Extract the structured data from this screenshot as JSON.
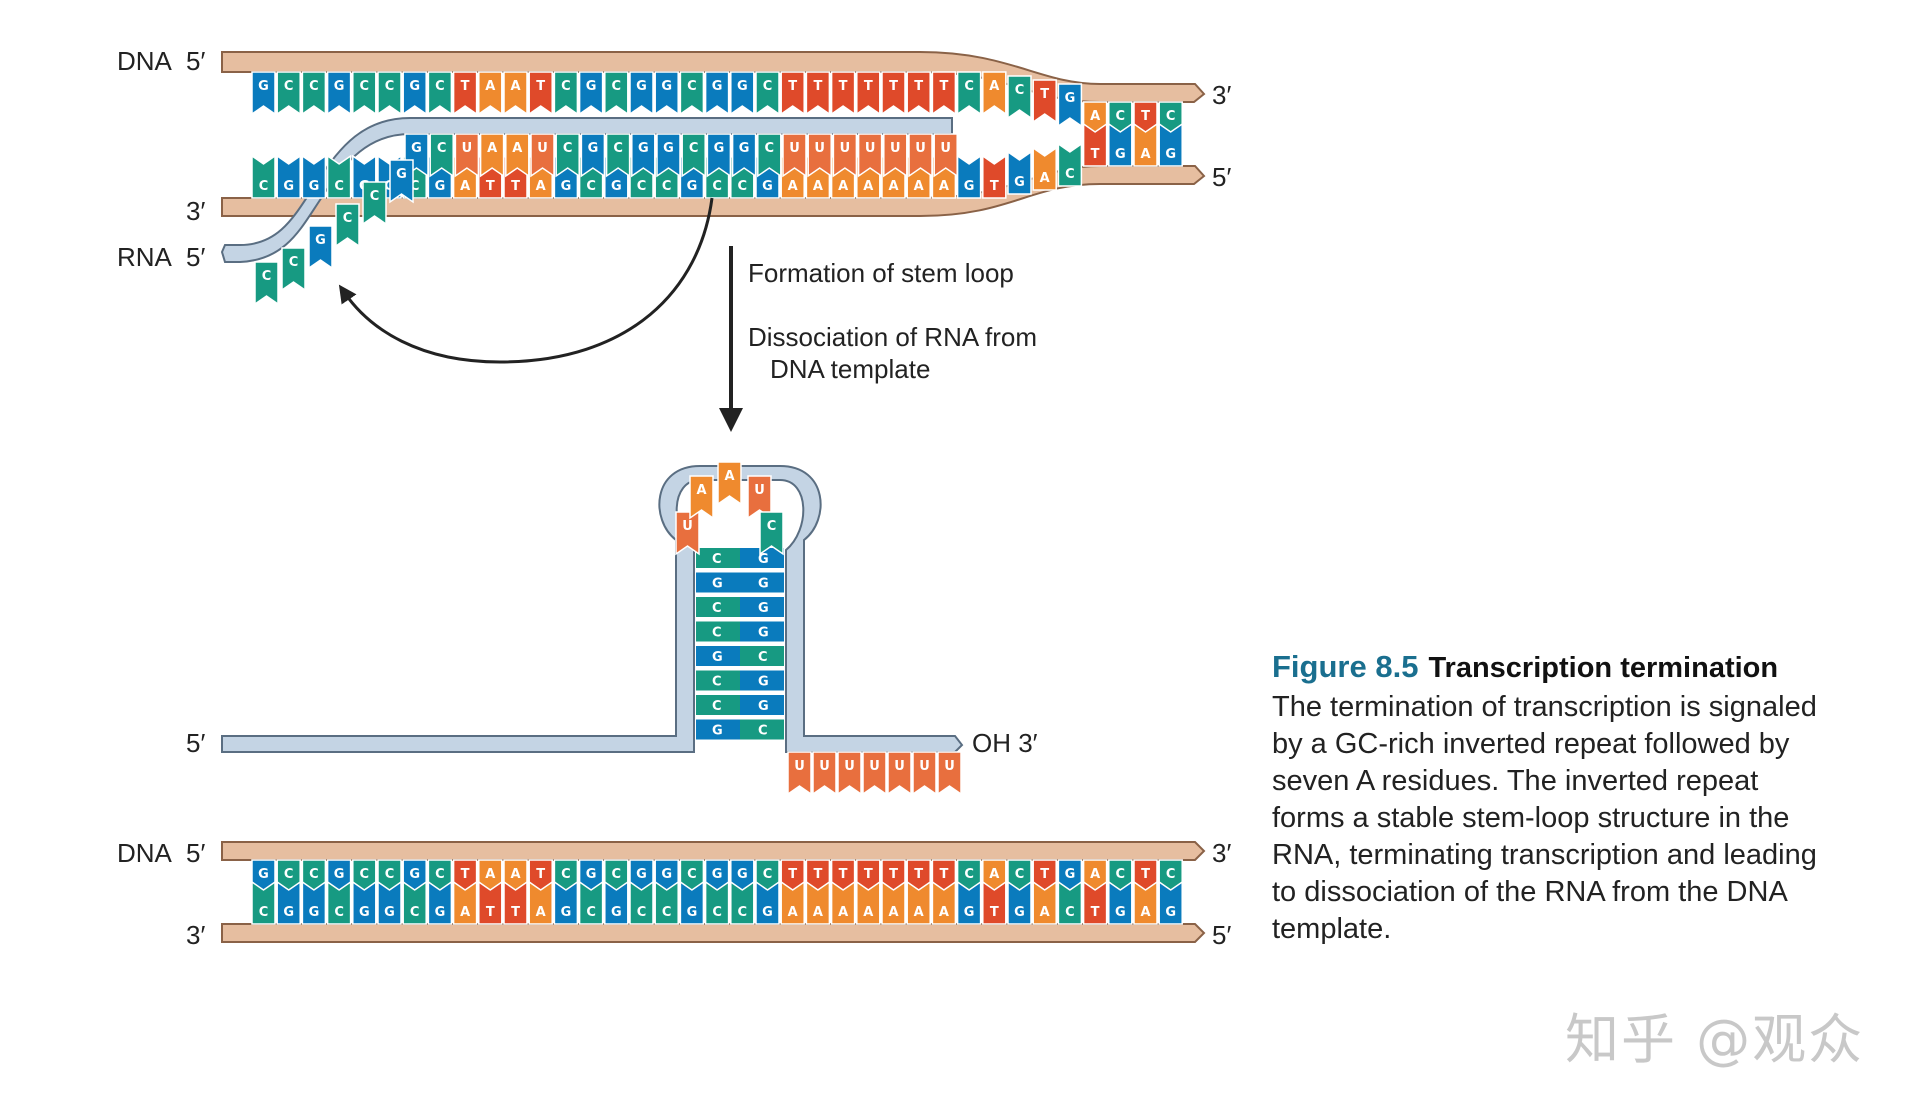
{
  "labels": {
    "dna": "DNA",
    "rna": "RNA",
    "five_prime": "5′",
    "three_prime": "3′",
    "oh_three": "OH  3′"
  },
  "arrow_text": {
    "line1": "Formation of stem loop",
    "line2": "Dissociation of RNA from",
    "line3": "DNA template"
  },
  "caption": {
    "figure_number": "Figure 8.5",
    "title": "Transcription termination",
    "body": "The termination of transcription is signaled by a GC-rich inverted repeat followed by seven A residues. The inverted repeat forms a stable stem-loop structure in the RNA, terminating transcription and leading to dissociation of the RNA from the DNA template."
  },
  "watermark": "知乎 @观众",
  "sequences": {
    "top_strand": "GCCGCCGCTAATCGCGGCGGCTTTTTTTCACTGACTC",
    "bottom_strand": "CGGCGGCGATTAGCGCCGCCGAAAAAAAGTGACTGAG",
    "rna_hybrid": "GCUAAUCGCGGCGGCUUUUUUU",
    "rna_exit": "GCCGCC",
    "stem_left": "CGCCGCCG",
    "stem_right": "GGGGCGGC",
    "loop": "UAAUC",
    "poly_u": "UUUUUUU"
  },
  "colors": {
    "G": "#0a7bbd",
    "C": "#179a82",
    "A": "#ef8a2e",
    "T": "#df4a2a",
    "U": "#e86f3e",
    "dna_backbone": "#e6bea0",
    "dna_edge": "#8a6247",
    "rna_backbone": "#c4d4e4",
    "rna_edge": "#5a6e82",
    "figure_accent": "#1a6f8f"
  }
}
